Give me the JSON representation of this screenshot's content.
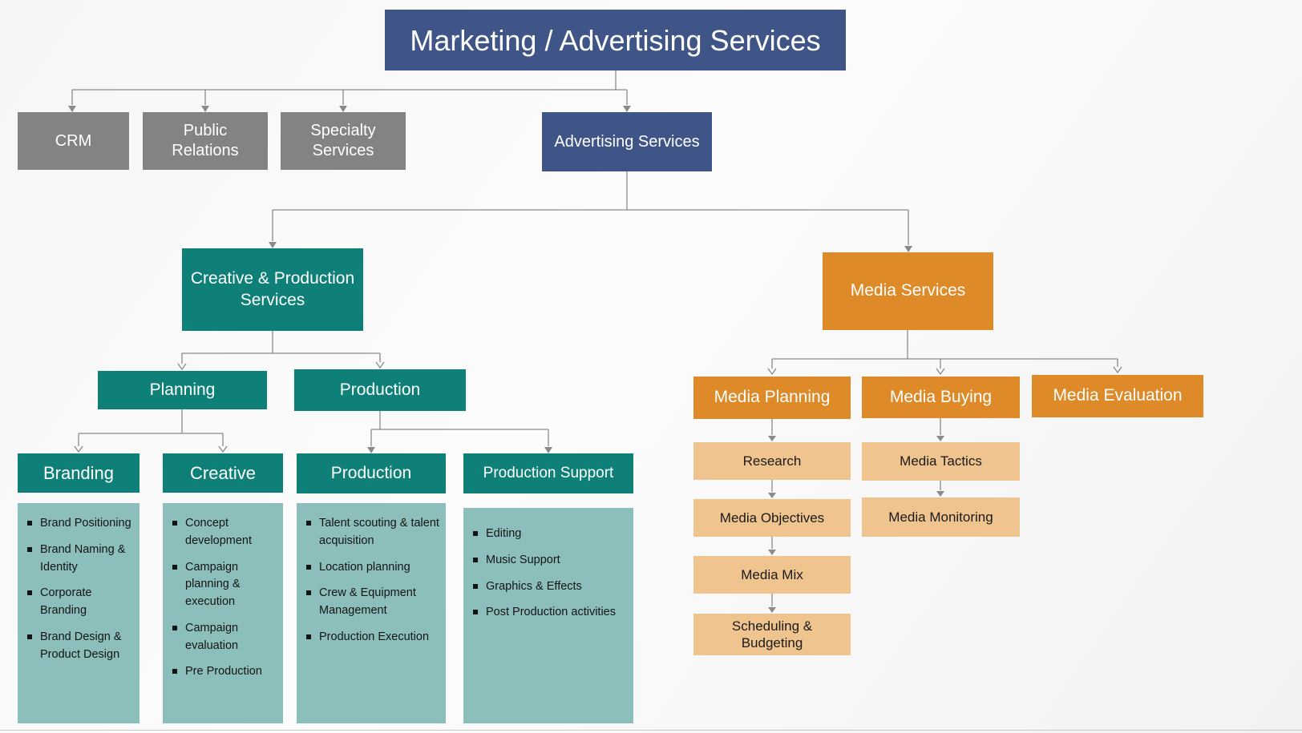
{
  "title": {
    "label": "Marketing / Advertising Services"
  },
  "top_row": [
    {
      "label": "CRM"
    },
    {
      "label": "Public Relations"
    },
    {
      "label": "Specialty Services"
    },
    {
      "label": "Advertising Services"
    }
  ],
  "creative_branch": {
    "header": "Creative & Production Services",
    "planning_label": "Planning",
    "production_label": "Production",
    "groups": [
      {
        "title": "Branding",
        "items": [
          "Brand Positioning",
          "Brand Naming & Identity",
          "Corporate Branding",
          "Brand Design & Product Design"
        ]
      },
      {
        "title": "Creative",
        "items": [
          "Concept development",
          "Campaign planning & execution",
          "Campaign evaluation",
          "Pre Production"
        ]
      },
      {
        "title": "Production",
        "items": [
          "Talent scouting & talent acquisition",
          "Location planning",
          "Crew & Equipment Management",
          "Production Execution"
        ]
      },
      {
        "title": "Production Support",
        "items": [
          "Editing",
          "Music Support",
          "Graphics & Effects",
          "Post Production activities"
        ]
      }
    ]
  },
  "media_branch": {
    "header": "Media Services",
    "columns": [
      {
        "title": "Media Planning",
        "steps": [
          "Research",
          "Media Objectives",
          "Media Mix",
          "Scheduling & Budgeting"
        ]
      },
      {
        "title": "Media Buying",
        "steps": [
          "Media Tactics",
          "Media Monitoring"
        ]
      },
      {
        "title": "Media Evaluation",
        "steps": []
      }
    ]
  },
  "colors": {
    "navy": "#3f5587",
    "gray": "#838383",
    "teal": "#0e8078",
    "teal_light": "#8cbfbc",
    "orange": "#df8a28",
    "orange_light": "#f0c48e",
    "connector": "#8a8a8a",
    "text_dark": "#141414"
  }
}
